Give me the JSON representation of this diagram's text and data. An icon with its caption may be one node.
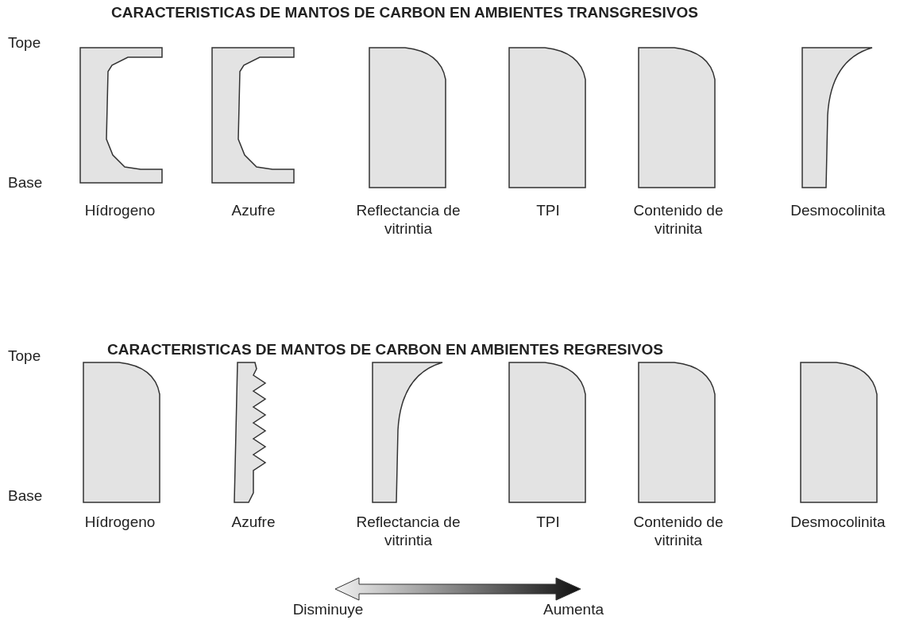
{
  "diagram": {
    "labels": [
      "CARACTERISTICAS DE MANTOS DE CARBON EN AMBIENTES TRANSGRESIVOS",
      "Tope",
      "Base",
      "Hídrogeno",
      "Azufre",
      "Reflectancia de vitrintia",
      "TPI",
      "Contenido de vitrinita",
      "Desmocolinita",
      "CARACTERISTICAS DE MANTOS DE CARBON EN AMBIENTES REGRESIVOS",
      "Tope",
      "Base",
      "Hídrogeno",
      "Azufre",
      "Reflectancia de vitrintia",
      "TPI",
      "Contenido de vitrinita",
      "Desmocolinita",
      "Disminuye",
      "Aumenta"
    ]
  }
}
